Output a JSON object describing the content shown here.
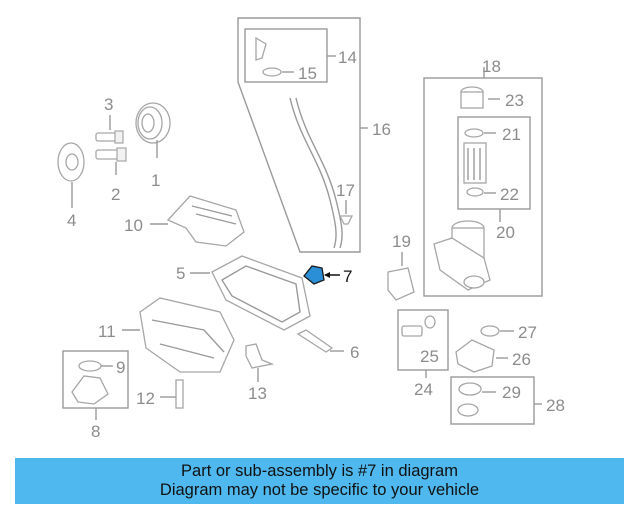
{
  "callouts": [
    "1",
    "2",
    "3",
    "4",
    "5",
    "6",
    "7",
    "8",
    "9",
    "10",
    "11",
    "12",
    "13",
    "14",
    "15",
    "16",
    "17",
    "18",
    "19",
    "20",
    "21",
    "22",
    "23",
    "24",
    "25",
    "26",
    "27",
    "28",
    "29"
  ],
  "highlight_color": "#2a8fd6",
  "banner": {
    "line1": "Part or sub-assembly is #7 in diagram",
    "line2": "Diagram may not be specific to your vehicle",
    "color": "#4fb8ee"
  }
}
